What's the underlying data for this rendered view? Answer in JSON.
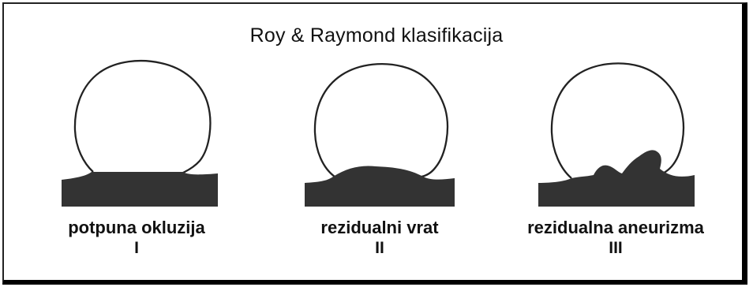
{
  "title": "Roy & Raymond klasifikacija",
  "classes": [
    {
      "name": "potpuna okluzija",
      "grade": "I"
    },
    {
      "name": "rezidualni vrat",
      "grade": "II"
    },
    {
      "name": "rezidualna aneurizma",
      "grade": "III"
    }
  ],
  "colors": {
    "fill": "#333333",
    "outline": "#222222",
    "border": "#000000",
    "background": "#ffffff"
  }
}
